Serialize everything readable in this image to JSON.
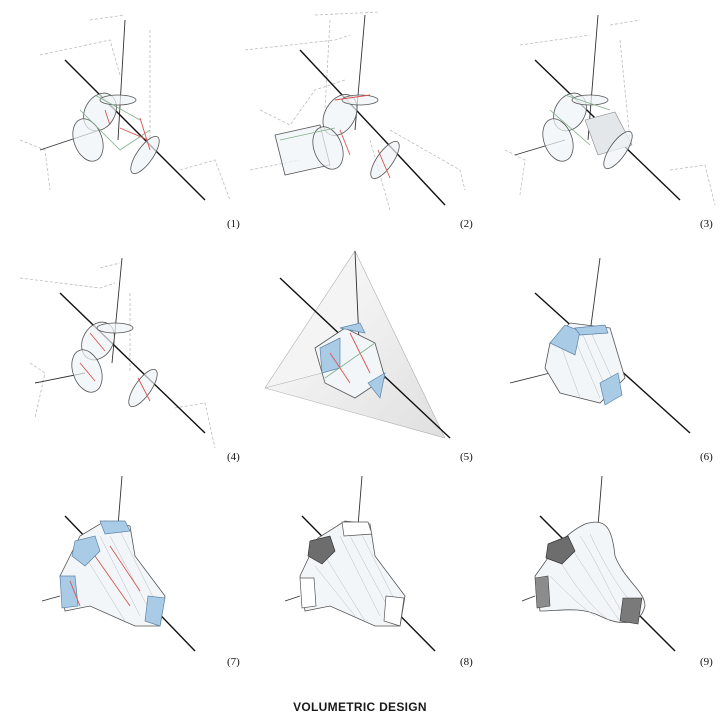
{
  "title": "VOLUMETRIC DESIGN",
  "steps": [
    {
      "label": "(1)"
    },
    {
      "label": "(2)"
    },
    {
      "label": "(3)"
    },
    {
      "label": "(4)"
    },
    {
      "label": "(5)"
    },
    {
      "label": "(6)"
    },
    {
      "label": "(7)"
    },
    {
      "label": "(8)"
    },
    {
      "label": "(9)"
    }
  ],
  "colors": {
    "axis": "#111111",
    "construction_green": "#7fb08a",
    "construction_red": "#d9534f",
    "face_blue": "#a9cbe6",
    "face_dark": "#6d6d6d",
    "body_white": "#f3f6f9"
  }
}
